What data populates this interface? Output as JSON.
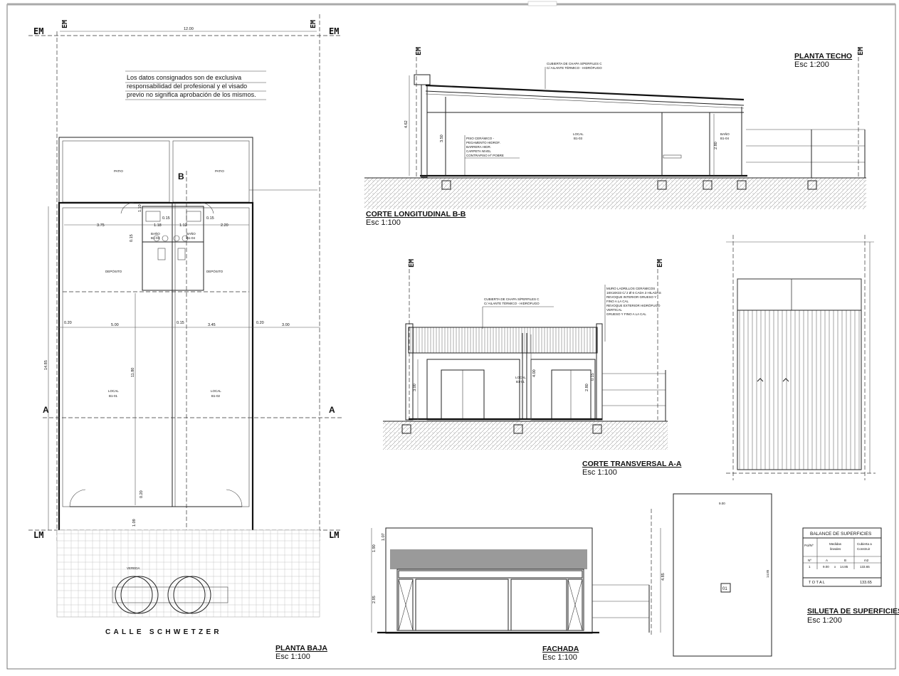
{
  "disclaimer": [
    "Los datos consignados son de exclusiva",
    "responsabilidad del profesional y el visado",
    "previo no significa aprobación de los mismos."
  ],
  "markers": {
    "em": "EM",
    "lm": "LM",
    "a": "A",
    "b": "B"
  },
  "planta_baja": {
    "title": "PLANTA BAJA",
    "scale": "Esc 1:100",
    "street": "CALLE SCHWETZER",
    "rooms": {
      "patio1": "PATIO",
      "patio2": "PATIO",
      "deposito1": "DEPÓSITO",
      "deposito2": "DEPÓSITO",
      "bano1": "BAÑO",
      "bano1_code": "B1-03",
      "bano2": "BAÑO",
      "bano2_code": "B1-04",
      "local1": "LOCAL",
      "local1_code": "B1-01",
      "local2": "LOCAL",
      "local2_code": "B1-02",
      "vereda": "VEREDA"
    },
    "dims": {
      "top_width": "12.00",
      "d375": "3.75",
      "d118": "1.18",
      "d115a": "0.15",
      "d112": "1.12",
      "d115b": "0.15",
      "d220": "2.20",
      "d020a": "0.20",
      "d500": "5.00",
      "d015": "0.15",
      "d345": "3.45",
      "d020b": "0.20",
      "d300": "3.00",
      "d1485": "14.85",
      "d1180": "11.80",
      "d020v": "0.20",
      "d109": "1.09",
      "d015v": "0.15",
      "d110": "1.10"
    }
  },
  "corte_bb": {
    "title": "CORTE LONGITUDINAL B-B",
    "scale": "Esc 1:100",
    "roof_note": [
      "CUBIERTA DE CHAPA S/PERFILES C",
      "C/ AILANTE TÉRMICO - HIDRÓFUGO"
    ],
    "floor_note": [
      "PISO CERÁMICO -",
      "PEGAMENTO HIDROF.",
      "BARRERA HIDR.",
      "CARPETA NIVEL",
      "CONTRAPISO Hº POBRE"
    ],
    "local": "LOCAL",
    "local_code": "B1-03",
    "bano": "BAÑO",
    "bano_code": "B1-04",
    "h1": "4.62",
    "h2": "3.50",
    "h3": "2.80"
  },
  "planta_techo": {
    "title": "PLANTA TECHO",
    "scale": "Esc 1:200"
  },
  "corte_aa": {
    "title": "CORTE TRANSVERSAL A-A",
    "scale": "Esc 1:100",
    "roof_note": [
      "CUBIERTA DE CHAPA S/PERFILES C",
      "C/ AILANTE TÉRMICO - HIDRÓFUGO"
    ],
    "wall_note": [
      "MURO LADRILLOS CERÁMICOS",
      "18X18X33  C/ 2 Ø 6 CADA 3 HILADAS",
      "REVOQUE INTERIOR GRUESO Y",
      "FINO A LA CAL",
      "REVOQUE EXTERIOR HIDRÓFUGO",
      "VERTICAL",
      "GRUESO Y FINO A LA CAL"
    ],
    "local": "LOCAL",
    "local_code": "B1-01",
    "h1": "3.00",
    "h2": "4.00",
    "h3": "2.80",
    "h4": "0.15"
  },
  "fachada": {
    "title": "FACHADA",
    "scale": "Esc 1:100",
    "h1": "1.07",
    "h2": "1.90",
    "h3": "2.95",
    "h4": "4.85"
  },
  "silueta": {
    "title": "SILUETA DE SUPERFICIES",
    "scale": "Esc 1:200",
    "width": "9.00",
    "height": "14.85",
    "tag": "01"
  },
  "balance": {
    "title": "BALANCE DE SUPERFICIES",
    "h_pol": "Pol/Nº",
    "h_med": [
      "Medidas",
      "lineales"
    ],
    "h_cub": [
      "Cubierta a",
      "Construir"
    ],
    "sub_n": "Nº",
    "sub_a": "A",
    "sub_b": "B",
    "sub_m2": "m2",
    "row_n": "1",
    "row_a": "9.00",
    "row_x": "x",
    "row_b": "14.85",
    "row_m2": "133.65",
    "total_label": "T O T A L",
    "total_value": "133.65"
  }
}
